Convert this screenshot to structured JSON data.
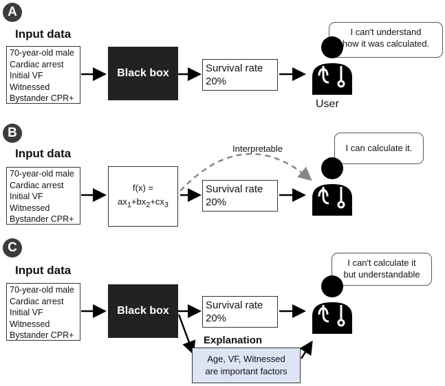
{
  "panel_a": {
    "letter": "A",
    "heading": "Input data",
    "inputs": [
      "70-year-old male",
      "Cardiac arrest",
      "Initial VF",
      "Witnessed",
      "Bystander CPR+"
    ],
    "model_label": "Black box",
    "output": [
      "Survival rate",
      "20%"
    ],
    "bubble": [
      "I can't understand",
      "how it was calculated."
    ],
    "user_label": "User"
  },
  "panel_b": {
    "letter": "B",
    "heading": "Input data",
    "inputs": [
      "70-year-old male",
      "Cardiac arrest",
      "Initial VF",
      "Witnessed",
      "Bystander CPR+"
    ],
    "formula_top": "f(x) =",
    "output": [
      "Survival rate",
      "20%"
    ],
    "interpretable_label": "Interpretable",
    "bubble": [
      "I can calculate it."
    ]
  },
  "panel_c": {
    "letter": "C",
    "heading": "Input data",
    "inputs": [
      "70-year-old male",
      "Cardiac arrest",
      "Initial VF",
      "Witnessed",
      "Bystander CPR+"
    ],
    "model_label": "Black box",
    "output": [
      "Survival rate",
      "20%"
    ],
    "explanation_title": "Explanation",
    "explanation": [
      "Age, VF, Witnessed",
      "are important factors"
    ],
    "bubble": [
      "I can't calculate it",
      "but understandable"
    ]
  },
  "colors": {
    "black_box": "#222222",
    "explanation_fill": "#dde5f5",
    "dashed_arrow": "#888888"
  },
  "icons": [
    "doctor-icon",
    "arrow-right-icon",
    "dashed-curved-arrow-icon"
  ]
}
